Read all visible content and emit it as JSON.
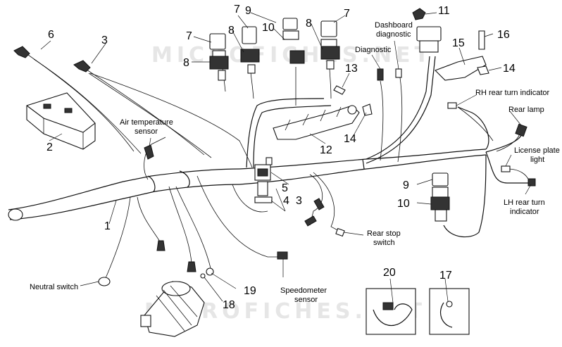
{
  "watermark": "MICROFICHES.NET",
  "callouts": {
    "n1": "1",
    "n2": "2",
    "n3a": "3",
    "n3b": "3",
    "n4": "4",
    "n5": "5",
    "n6": "6",
    "n7a": "7",
    "n7b": "7",
    "n7c": "7",
    "n8a": "8",
    "n8b": "8",
    "n8c": "8",
    "n9a": "9",
    "n9b": "9",
    "n10a": "10",
    "n10b": "10",
    "n11": "11",
    "n12": "12",
    "n13": "13",
    "n14a": "14",
    "n14b": "14",
    "n15": "15",
    "n16": "16",
    "n17": "17",
    "n18": "18",
    "n19": "19",
    "n20": "20"
  },
  "labels": {
    "dashboard_diagnostic_l1": "Dashboard",
    "dashboard_diagnostic_l2": "diagnostic",
    "diagnostic": "Diagnostic",
    "rh_rear_turn": "RH rear turn indicator",
    "rear_lamp": "Rear lamp",
    "license_plate_l1": "License plate",
    "license_plate_l2": "light",
    "lh_rear_turn_l1": "LH rear turn",
    "lh_rear_turn_l2": "indicator",
    "air_temp_l1": "Air temperature",
    "air_temp_l2": "sensor",
    "rear_stop_l1": "Rear stop",
    "rear_stop_l2": "switch",
    "neutral_switch": "Neutral switch",
    "speedometer_l1": "Speedometer",
    "speedometer_l2": "sensor"
  }
}
